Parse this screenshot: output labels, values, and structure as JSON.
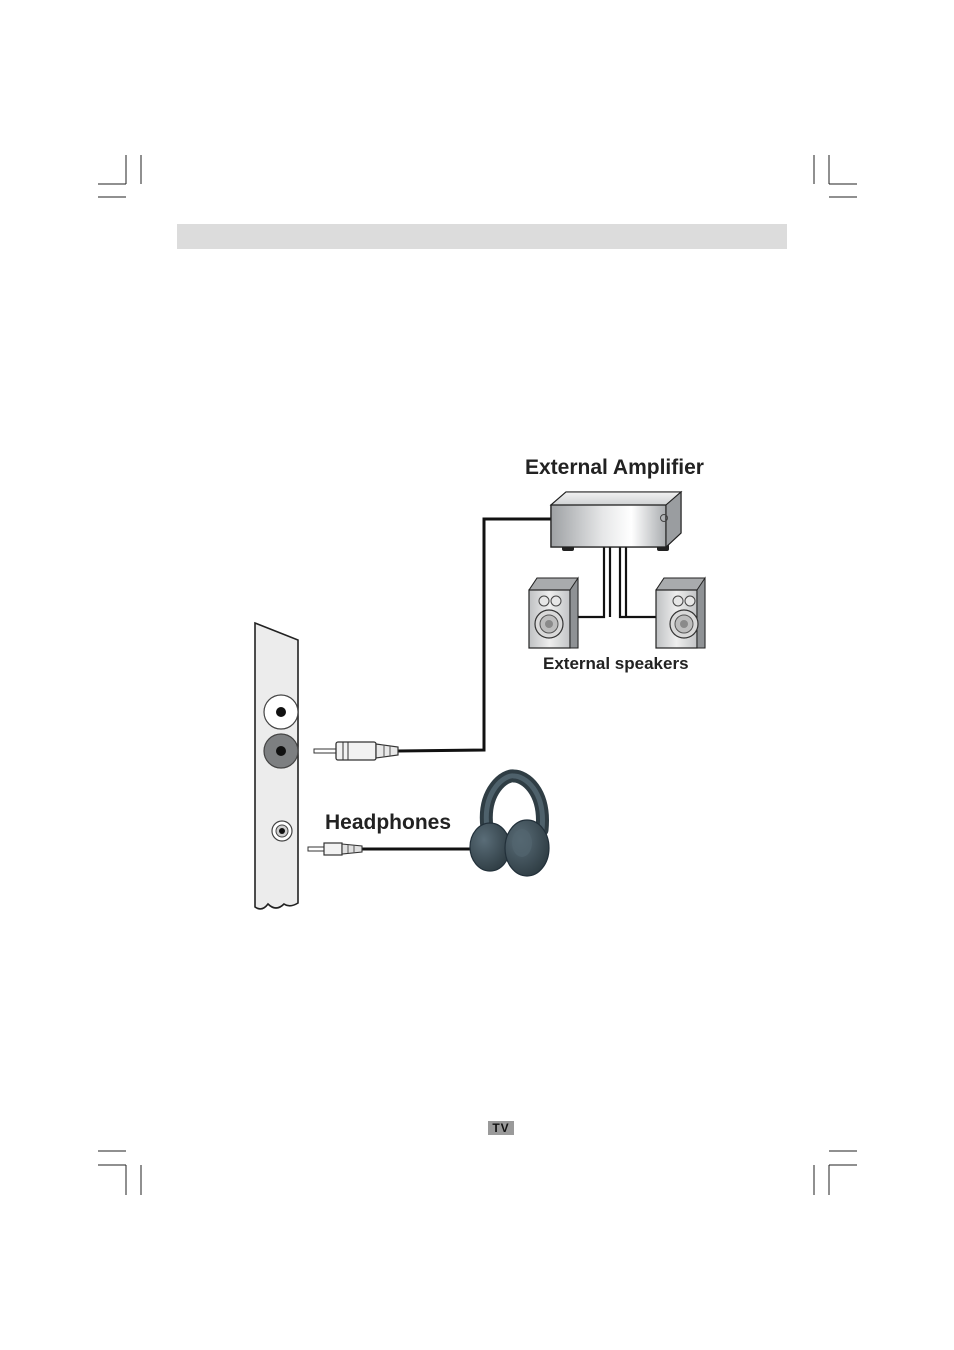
{
  "diagram": {
    "amplifier_label": "External Amplifier",
    "speakers_label": "External speakers",
    "headphones_label": "Headphones",
    "page_tag": "TV"
  },
  "colors": {
    "header_band": "#dcdcdc",
    "cable": "#111111",
    "headphones": "#3d4e57",
    "amplifier": "#c4c6c8",
    "speaker": "#cfd0d2",
    "footer_tag": "#9a9a9a"
  },
  "icons": [
    "tv-side-panel-icon",
    "amplifier-icon",
    "speaker-icon",
    "headphones-icon",
    "audio-plug-icon",
    "crop-mark-icon"
  ]
}
